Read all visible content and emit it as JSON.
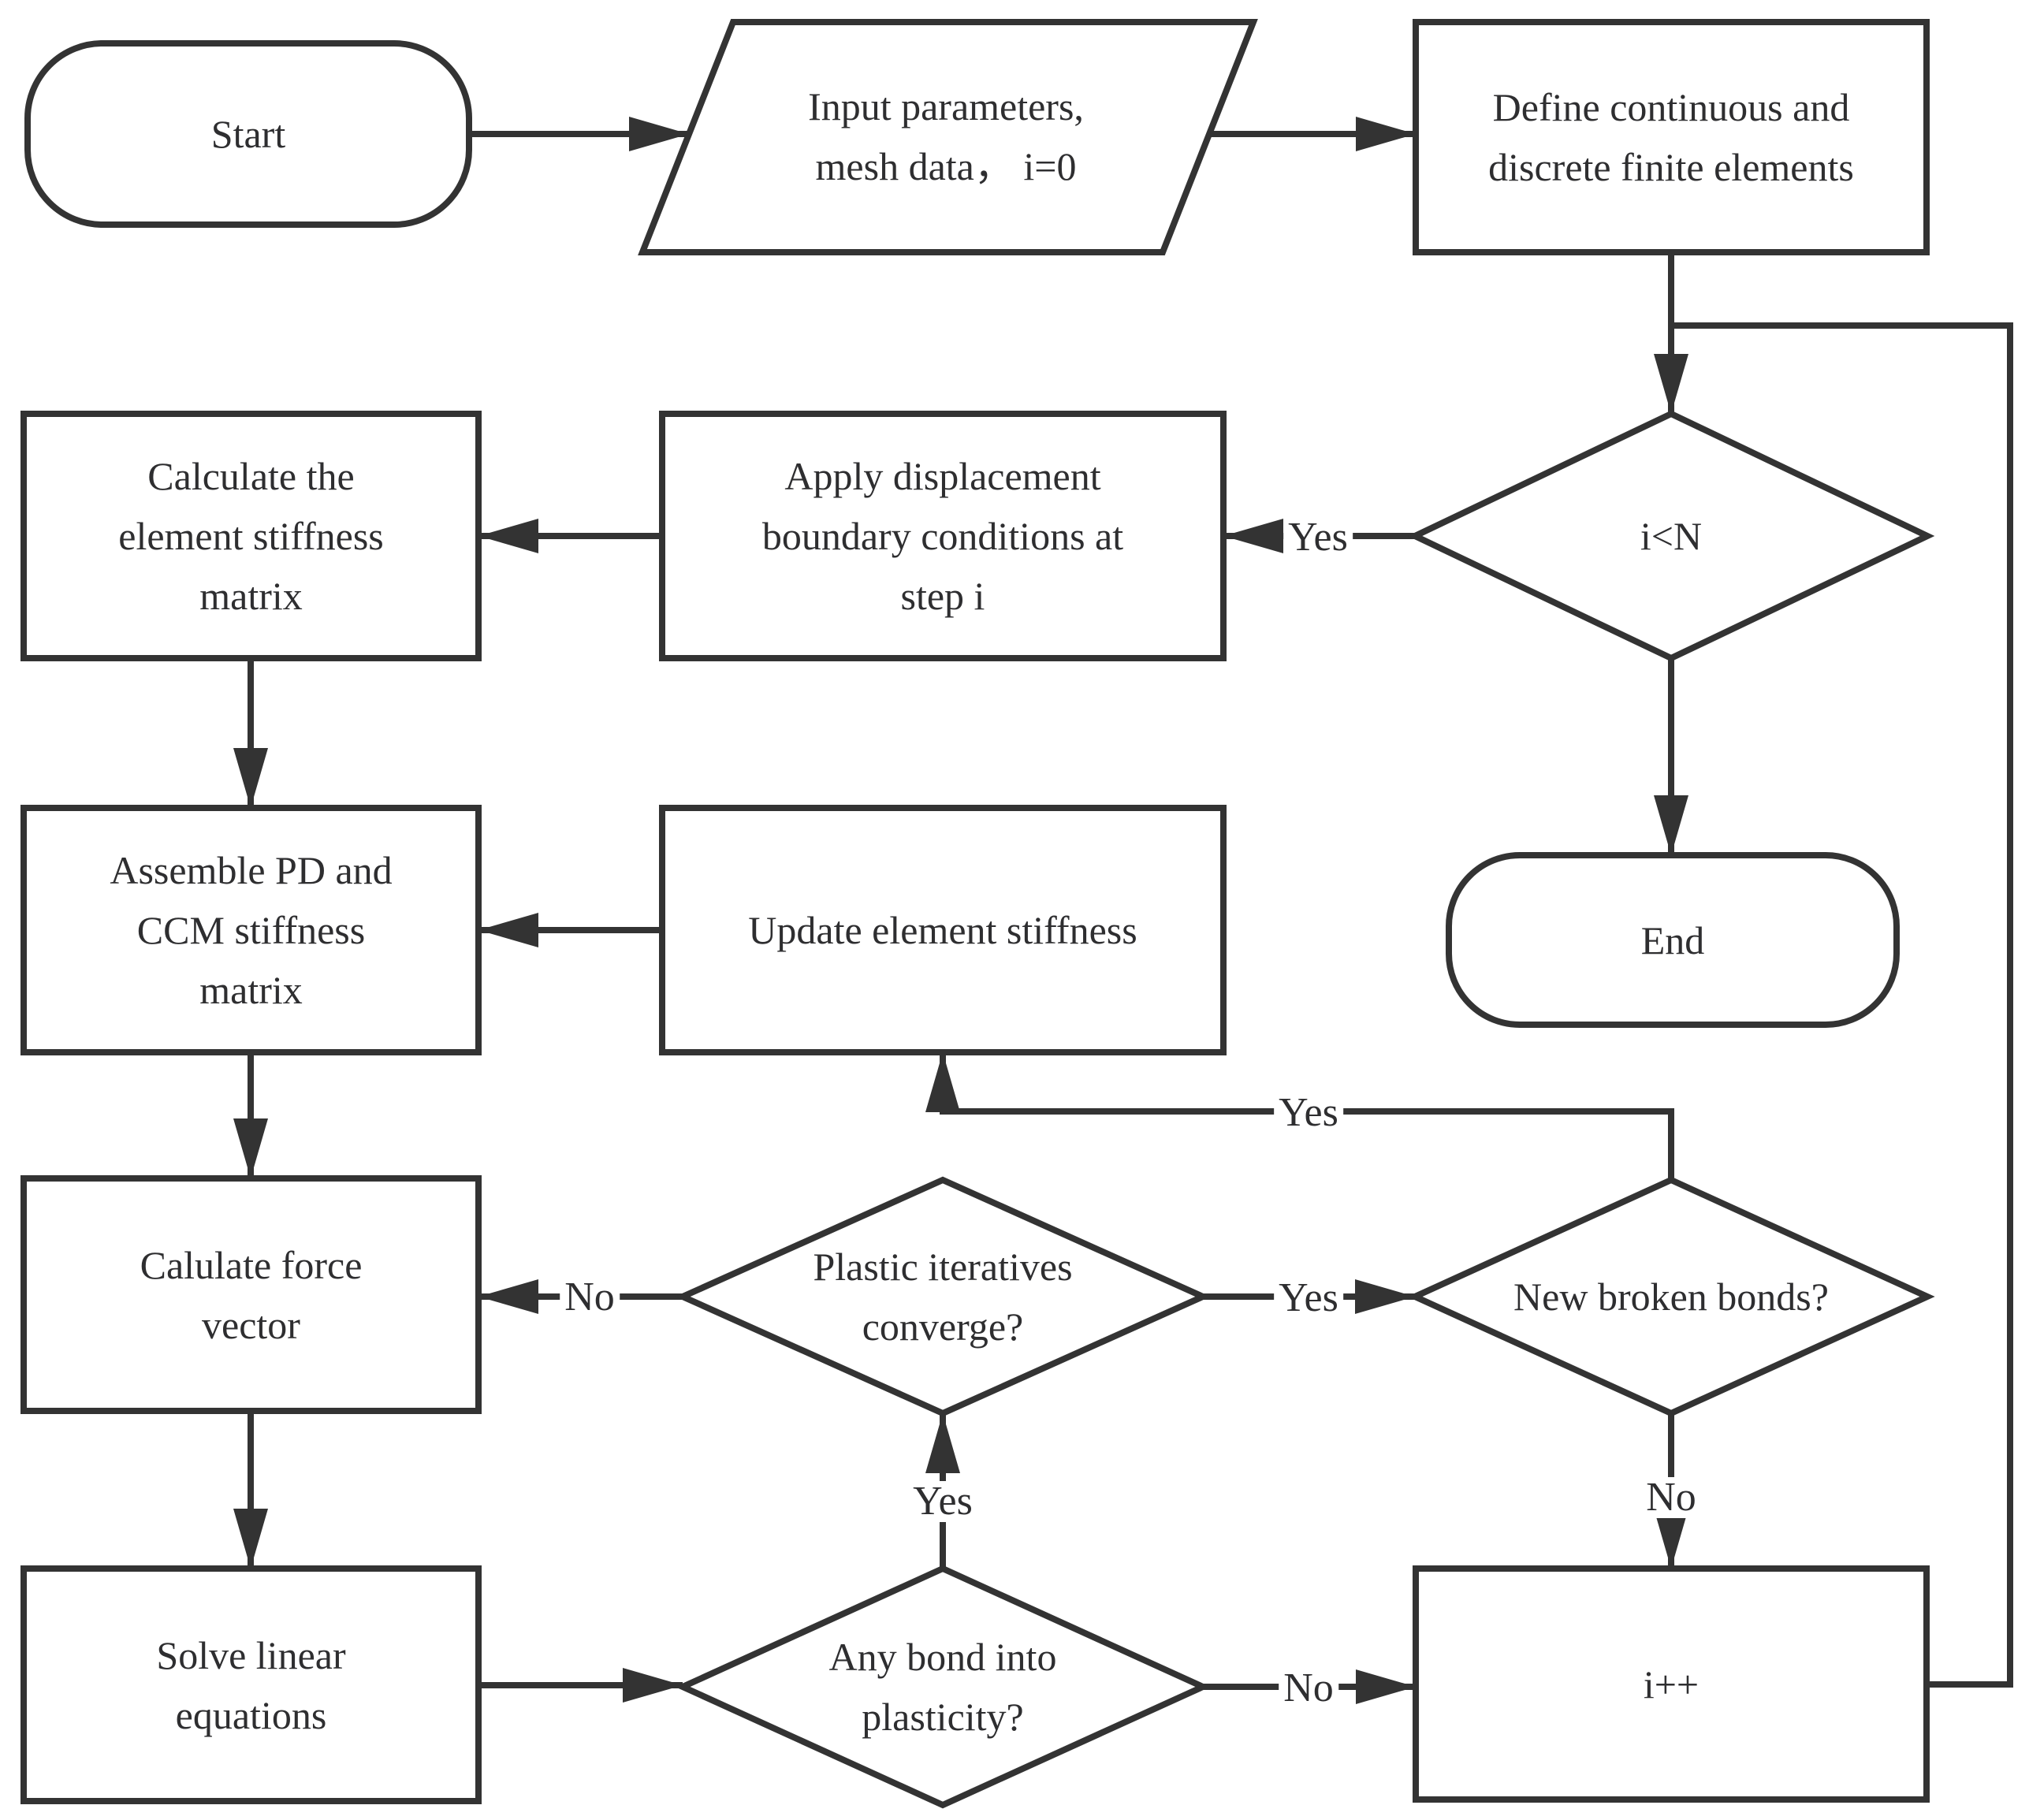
{
  "flowchart": {
    "background_color": "#ffffff",
    "stroke_color": "#333333",
    "text_color": "#2e2e30",
    "nodes": [
      {
        "id": "start",
        "type": "terminator",
        "label": "Start"
      },
      {
        "id": "input",
        "type": "input-output",
        "label": "Input parameters,\nmesh data， i=0"
      },
      {
        "id": "define",
        "type": "process",
        "label": "Define continuous and\ndiscrete finite elements"
      },
      {
        "id": "i_less_n",
        "type": "decision",
        "label": "i<N"
      },
      {
        "id": "calc_stiffness",
        "type": "process",
        "label": "Calculate the\nelement stiffness\nmatrix"
      },
      {
        "id": "apply_bc",
        "type": "process",
        "label": "Apply displacement\nboundary conditions at\nstep i"
      },
      {
        "id": "assemble",
        "type": "process",
        "label": "Assemble PD and\nCCM stiffness\nmatrix"
      },
      {
        "id": "update",
        "type": "process",
        "label": "Update element stiffness"
      },
      {
        "id": "end",
        "type": "terminator",
        "label": "End"
      },
      {
        "id": "calc_force",
        "type": "process",
        "label": "Calulate force\nvector"
      },
      {
        "id": "plastic_converge",
        "type": "decision",
        "label": "Plastic iteratives\nconverge?"
      },
      {
        "id": "new_broken_bonds",
        "type": "decision",
        "label": "New broken bonds?"
      },
      {
        "id": "solve",
        "type": "process",
        "label": "Solve linear\nequations"
      },
      {
        "id": "any_bond_plastic",
        "type": "decision",
        "label": "Any bond into\nplasticity?"
      },
      {
        "id": "i_increment",
        "type": "process",
        "label": "i++"
      }
    ],
    "edges": [
      {
        "from": "start",
        "to": "input",
        "label": ""
      },
      {
        "from": "input",
        "to": "define",
        "label": ""
      },
      {
        "from": "define",
        "to": "i_less_n",
        "label": ""
      },
      {
        "from": "i_less_n",
        "to": "apply_bc",
        "label": "Yes"
      },
      {
        "from": "i_less_n",
        "to": "end",
        "label": ""
      },
      {
        "from": "apply_bc",
        "to": "calc_stiffness",
        "label": ""
      },
      {
        "from": "calc_stiffness",
        "to": "assemble",
        "label": ""
      },
      {
        "from": "update",
        "to": "assemble",
        "label": ""
      },
      {
        "from": "assemble",
        "to": "calc_force",
        "label": ""
      },
      {
        "from": "calc_force",
        "to": "solve",
        "label": ""
      },
      {
        "from": "plastic_converge",
        "to": "calc_force",
        "label": "No"
      },
      {
        "from": "plastic_converge",
        "to": "new_broken_bonds",
        "label": "Yes"
      },
      {
        "from": "any_bond_plastic",
        "to": "plastic_converge",
        "label": "Yes"
      },
      {
        "from": "solve",
        "to": "any_bond_plastic",
        "label": ""
      },
      {
        "from": "any_bond_plastic",
        "to": "i_increment",
        "label": "No"
      },
      {
        "from": "new_broken_bonds",
        "to": "i_increment",
        "label": "No"
      },
      {
        "from": "new_broken_bonds",
        "to": "update",
        "label": "Yes"
      },
      {
        "from": "i_increment",
        "to": "i_less_n",
        "label": ""
      }
    ]
  }
}
